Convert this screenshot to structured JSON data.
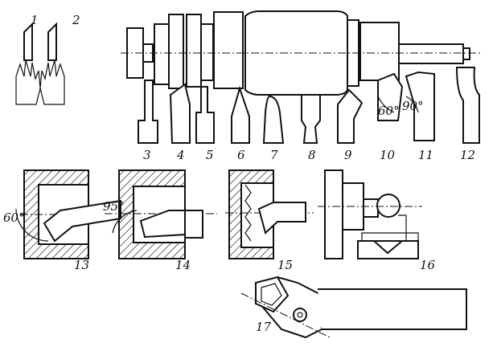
{
  "figure": {
    "labels": [
      "1",
      "2",
      "3",
      "4",
      "5",
      "6",
      "7",
      "8",
      "9",
      "10",
      "11",
      "12",
      "13",
      "14",
      "15",
      "16",
      "17"
    ],
    "angles": {
      "tool10_a": "60°",
      "tool10_b": "90°",
      "fig13": "60°",
      "fig14": "95°"
    }
  }
}
